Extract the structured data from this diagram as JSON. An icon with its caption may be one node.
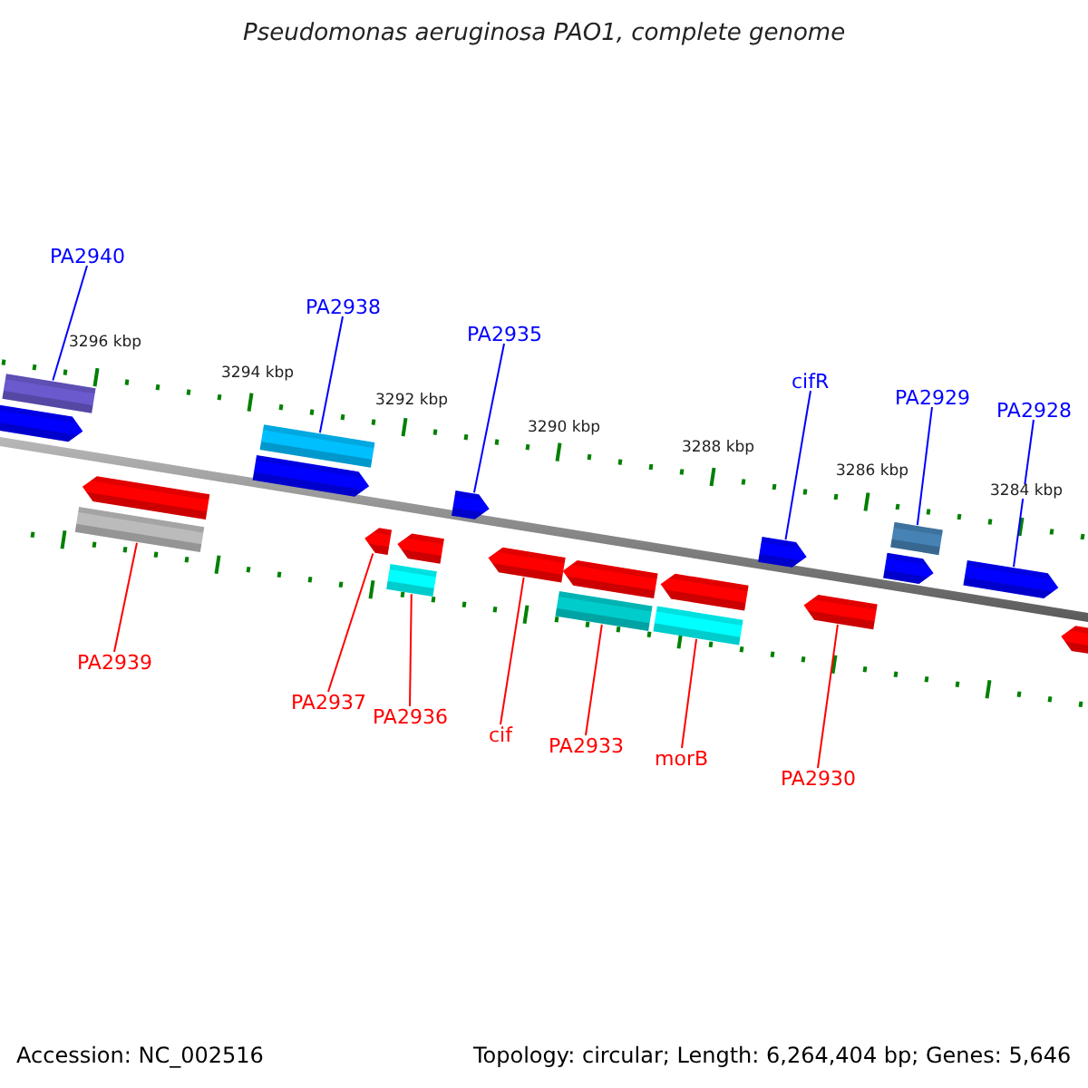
{
  "diagram": {
    "title": "Pseudomonas aeruginosa PAO1, complete genome",
    "nodes": [
      {
        "text": [
          "PA2940"
        ]
      },
      {
        "text": [
          "PA2938"
        ]
      },
      {
        "text": [
          "PA2935"
        ]
      },
      {
        "text": [
          "cifR"
        ]
      },
      {
        "text": [
          "PA2929"
        ]
      },
      {
        "text": [
          "PA2928"
        ]
      },
      {
        "text": [
          "PA2939"
        ]
      },
      {
        "text": [
          "PA2937"
        ]
      },
      {
        "text": [
          "PA2936"
        ]
      },
      {
        "text": [
          "cif"
        ]
      },
      {
        "text": [
          "PA2933"
        ]
      },
      {
        "text": [
          "morB"
        ]
      },
      {
        "text": [
          "PA2930"
        ]
      },
      {
        "text": [],
        "shape": "arrow"
      },
      {
        "text": [],
        "shape": "bar"
      },
      {
        "text": [],
        "shape": "bar"
      },
      {
        "text": [],
        "shape": "arrow"
      },
      {
        "text": [],
        "shape": "arrow"
      },
      {
        "text": [],
        "shape": "bar"
      },
      {
        "text": [],
        "shape": "arrow"
      },
      {
        "text": [],
        "shape": "bar"
      },
      {
        "text": [],
        "shape": "arrow"
      },
      {
        "text": [],
        "shape": "arrow"
      },
      {
        "text": [],
        "shape": "arrow"
      },
      {
        "text": [],
        "shape": "bar"
      },
      {
        "text": [],
        "shape": "arrow"
      },
      {
        "text": [],
        "shape": "bar"
      },
      {
        "text": [],
        "shape": "arrow"
      },
      {
        "text": [],
        "shape": "arrow"
      },
      {
        "text": [],
        "shape": "arrow"
      },
      {
        "text": [],
        "shape": "arrow"
      },
      {
        "text": [],
        "shape": "bar"
      },
      {
        "text": [],
        "shape": "arrow"
      },
      {
        "text": [],
        "shape": "arrow"
      }
    ],
    "edges": [
      {
        "from": 0,
        "to": 14,
        "arrow": "none",
        "color": "#0000ff"
      },
      {
        "from": 1,
        "to": 18,
        "arrow": "none",
        "color": "#0000ff"
      },
      {
        "from": 2,
        "to": 22,
        "arrow": "none",
        "color": "#0000ff"
      },
      {
        "from": 3,
        "to": 28,
        "arrow": "none",
        "color": "#0000ff"
      },
      {
        "from": 4,
        "to": 31,
        "arrow": "none",
        "color": "#0000ff"
      },
      {
        "from": 5,
        "to": 32,
        "arrow": "none",
        "color": "#0000ff"
      },
      {
        "from": 6,
        "to": 15,
        "arrow": "none"
      },
      {
        "from": 7,
        "to": 19,
        "arrow": "none"
      },
      {
        "from": 8,
        "to": 20,
        "arrow": "none"
      },
      {
        "from": 9,
        "to": 23,
        "arrow": "none"
      },
      {
        "from": 10,
        "to": 24,
        "arrow": "none"
      },
      {
        "from": 11,
        "to": 26,
        "arrow": "none"
      },
      {
        "from": 12,
        "to": 29,
        "arrow": "none"
      }
    ],
    "labels": [
      "3296 kbp",
      "3294 kbp",
      "3292 kbp",
      "3290 kbp",
      "3288 kbp",
      "3286 kbp",
      "3284 kbp",
      "Accession: NC_002516",
      "Topology: circular; Length: 6,264,404 bp; Genes: 5,646"
    ]
  }
}
